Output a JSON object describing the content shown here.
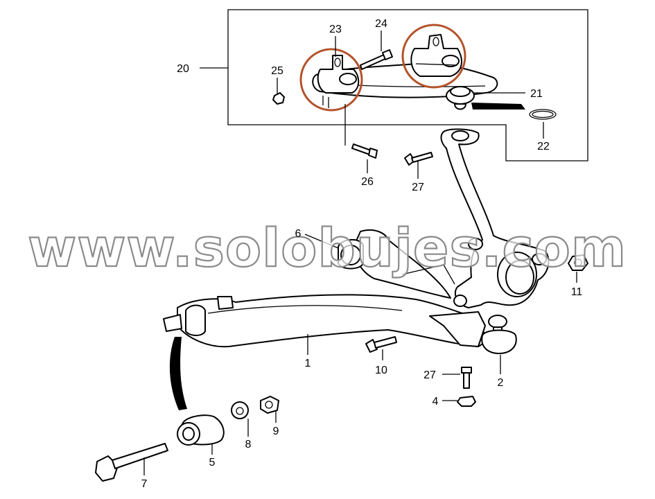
{
  "diagram": {
    "watermark": "www.solobujes.com",
    "callouts": [
      {
        "id": "c1",
        "label": "1"
      },
      {
        "id": "c2",
        "label": "2"
      },
      {
        "id": "c4",
        "label": "4"
      },
      {
        "id": "c5",
        "label": "5"
      },
      {
        "id": "c6",
        "label": "6"
      },
      {
        "id": "c7",
        "label": "7"
      },
      {
        "id": "c8",
        "label": "8"
      },
      {
        "id": "c9",
        "label": "9"
      },
      {
        "id": "c10",
        "label": "10"
      },
      {
        "id": "c11",
        "label": "11"
      },
      {
        "id": "c20",
        "label": "20"
      },
      {
        "id": "c21",
        "label": "21"
      },
      {
        "id": "c22",
        "label": "22"
      },
      {
        "id": "c23",
        "label": "23"
      },
      {
        "id": "c24",
        "label": "24"
      },
      {
        "id": "c25",
        "label": "25"
      },
      {
        "id": "c26",
        "label": "26"
      },
      {
        "id": "c27a",
        "label": "27"
      },
      {
        "id": "c27b",
        "label": "27"
      }
    ],
    "highlight_color": "#b4522a"
  }
}
